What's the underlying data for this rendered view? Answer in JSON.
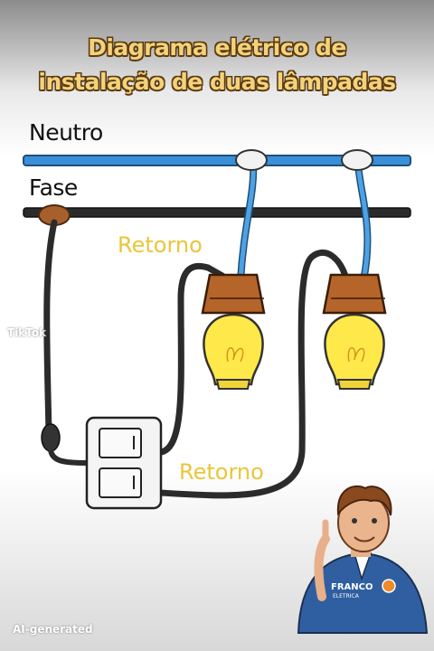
{
  "diagram": {
    "title_line1": "Diagrama elétrico de",
    "title_line2": "instalação de duas lâmpadas",
    "label_neutral": "Neutro",
    "label_phase": "Fase",
    "label_return_top": "Retorno",
    "label_return_bottom": "Retorno",
    "colors": {
      "neutral_wire": "#3b8fd6",
      "phase_wire": "#2b2b2b",
      "return_label": "#e9c63a",
      "title_fill": "#f3d27a",
      "title_outline": "#5a3a12",
      "bulb_glass": "#ffe94a",
      "bulb_socket": "#b5652a"
    }
  },
  "overlay": {
    "tiktok_word": "TikTok",
    "ai_badge": "AI-generated"
  },
  "mascot": {
    "shirt_text_line1": "FRANCO",
    "shirt_text_line2": "ELETRICA"
  }
}
